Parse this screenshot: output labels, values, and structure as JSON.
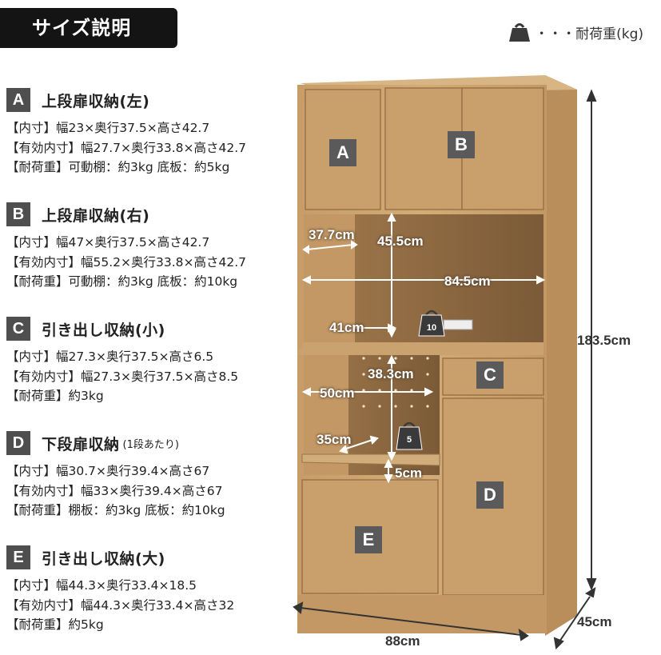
{
  "header": {
    "title": "サイズ説明"
  },
  "legend": {
    "icon": "weight-icon",
    "text": "・・・耐荷重(kg)"
  },
  "sections": [
    {
      "letter": "A",
      "title": "上段扉収納(左)",
      "note": "",
      "lines": [
        "【内寸】幅23×奥行37.5×高さ42.7",
        "【有効内寸】幅27.7×奥行33.8×高さ42.7",
        "【耐荷重】可動棚：約3kg 底板：約5kg"
      ]
    },
    {
      "letter": "B",
      "title": "上段扉収納(右)",
      "note": "",
      "lines": [
        "【内寸】幅47×奥行37.5×高さ42.7",
        "【有効内寸】幅55.2×奥行33.8×高さ42.7",
        "【耐荷重】可動棚：約3kg 底板：約10kg"
      ]
    },
    {
      "letter": "C",
      "title": "引き出し収納(小)",
      "note": "",
      "lines": [
        "【内寸】幅27.3×奥行37.5×高さ6.5",
        "【有効内寸】幅27.3×奥行37.5×高さ8.5",
        "【耐荷重】約3kg"
      ]
    },
    {
      "letter": "D",
      "title": "下段扉収納",
      "note": "(1段あたり)",
      "lines": [
        "【内寸】幅30.7×奥行39.4×高さ67",
        "【有効内寸】幅33×奥行39.4×高さ67",
        "【耐荷重】棚板：約3kg 底板：約10kg"
      ]
    },
    {
      "letter": "E",
      "title": "引き出し収納(大)",
      "note": "",
      "lines": [
        "【内寸】幅44.3×奥行33.4×18.5",
        "【有効内寸】幅44.3×奥行33.4×高さ32",
        "【耐荷重】約5kg"
      ]
    }
  ],
  "diagram": {
    "labels": {
      "a": "A",
      "b": "B",
      "c": "C",
      "d": "D",
      "e": "E",
      "dim_37_7": "37.7cm",
      "dim_45_5": "45.5cm",
      "dim_84_5": "84.5cm",
      "dim_41": "41cm",
      "dim_38_3": "38.3cm",
      "dim_50": "50cm",
      "dim_35": "35cm",
      "dim_5": "5cm",
      "height": "183.5cm",
      "depth": "45cm",
      "width": "88cm",
      "weight_upper": "10",
      "weight_lower": "5"
    },
    "colors": {
      "wood": "#c9a16e",
      "wood_dark": "#a98250",
      "inner": "#8a6a45",
      "badge": "#5a5a5a"
    }
  }
}
